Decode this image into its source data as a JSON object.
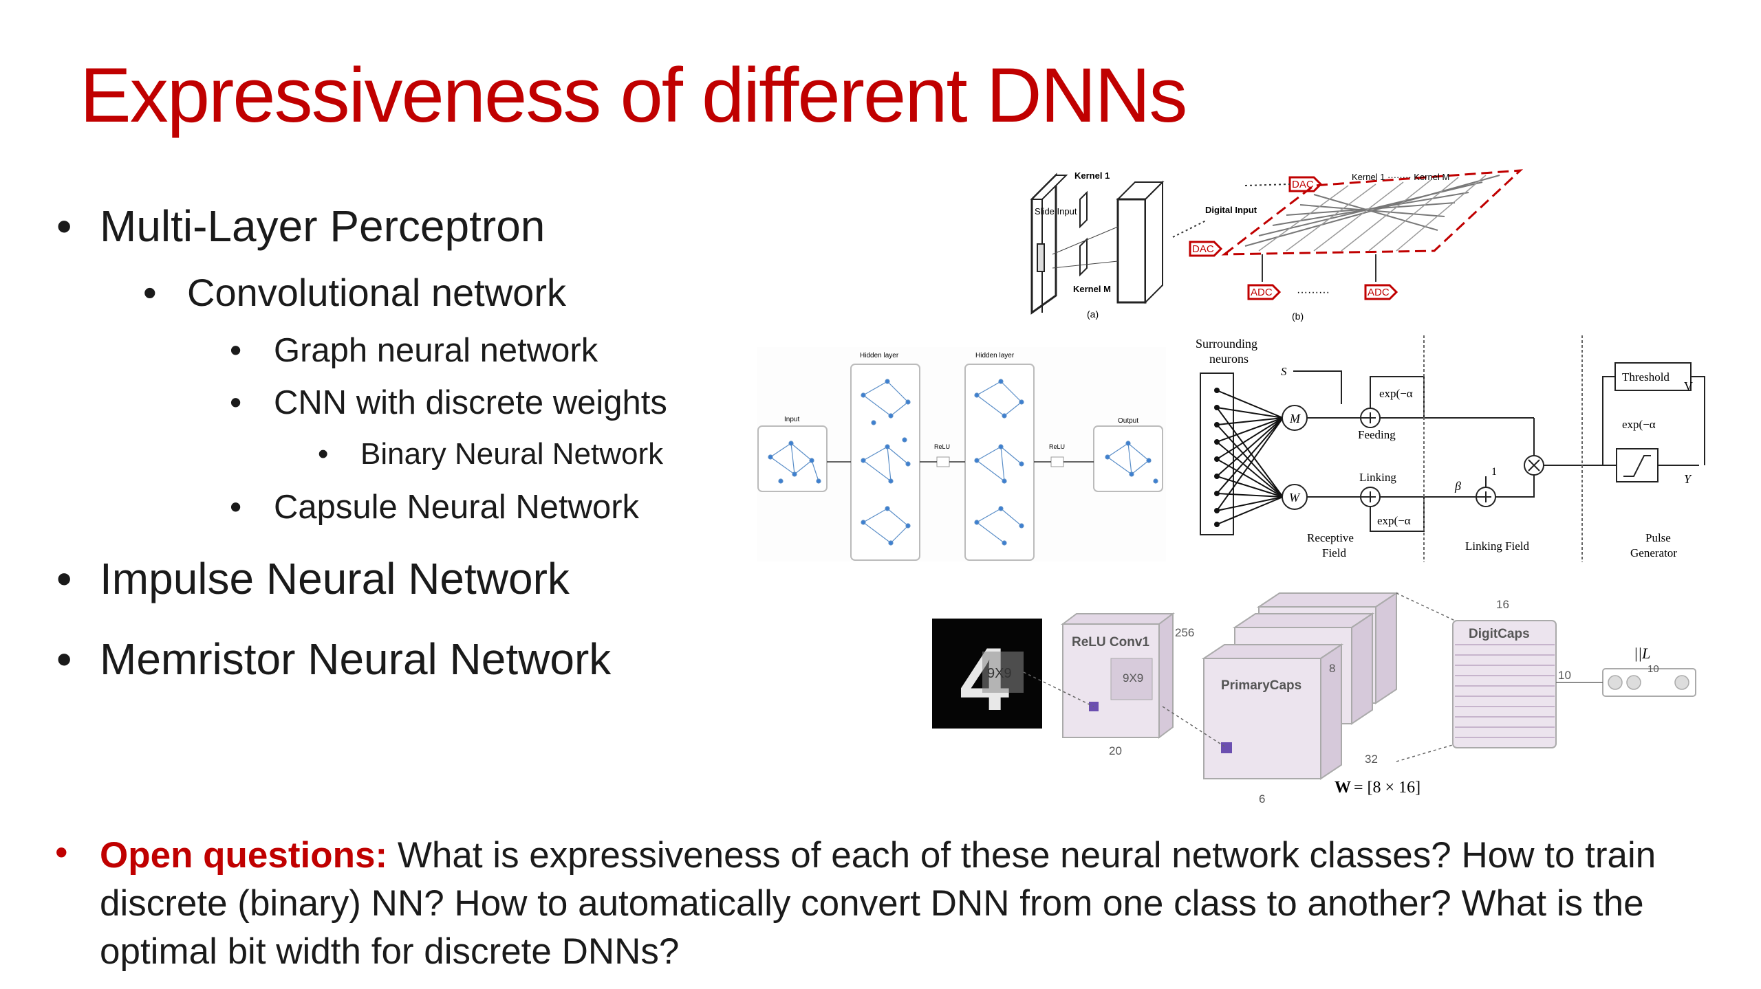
{
  "title": "Expressiveness of different DNNs",
  "bullets": [
    {
      "text": "Multi-Layer Perceptron"
    },
    {
      "text": "Convolutional network"
    },
    {
      "text": "Graph neural network"
    },
    {
      "text": "CNN with discrete weights"
    },
    {
      "text": "Binary Neural Network"
    },
    {
      "text": "Capsule Neural Network"
    },
    {
      "text": "Impulse Neural Network"
    },
    {
      "text": "Memristor Neural Network"
    }
  ],
  "open_questions": {
    "label": "Open questions:",
    "text": " What is expressiveness of each of these neural network classes? How to train discrete (binary) NN? How to automatically convert DNN from one class to another? What is the optimal bit width for discrete DNNs?"
  },
  "fig_memristor": {
    "kernel_1": "Kernel 1",
    "kernel_m": "Kernel M",
    "slide_input": "Slide Input",
    "digital_input": "Digital Input",
    "dac": "DAC",
    "adc": "ADC",
    "kernel_1_m": "Kernel 1 ········ Kernel M",
    "label_a": "(a)",
    "label_b": "(b)",
    "dots": "·········"
  },
  "fig_gnn": {
    "hidden_layer": "Hidden layer",
    "input": "Input",
    "output": "Output",
    "relu": "ReLU"
  },
  "fig_pcnn": {
    "surrounding": "Surrounding",
    "neurons": "neurons",
    "sij": "S",
    "m": "M",
    "w": "W",
    "feeding": "Feeding",
    "linking": "Linking",
    "exp_af": "exp(−α",
    "exp_al": "exp(−α",
    "beta": "β",
    "one": "1",
    "receptive": "Receptive",
    "field": "Field",
    "linking_field": "Linking Field",
    "threshold": "Threshold",
    "exp_at": "exp(−α",
    "pulse": "Pulse",
    "generator": "Generator",
    "vt": "V",
    "yij": "Y"
  },
  "fig_capsule": {
    "digit": "4",
    "nine_a": "9X9",
    "nine_b": "9X9",
    "relu_conv1": "ReLU Conv1",
    "n256": "256",
    "n20": "20",
    "primarycaps": "PrimaryCaps",
    "n8": "8",
    "n32": "32",
    "n6": "6",
    "digitcaps": "DigitCaps",
    "n16": "16",
    "n10a": "10",
    "n10b": "10",
    "l2": "||L",
    "wij": "W",
    "wij_rhs": " = [8 × 16]"
  }
}
